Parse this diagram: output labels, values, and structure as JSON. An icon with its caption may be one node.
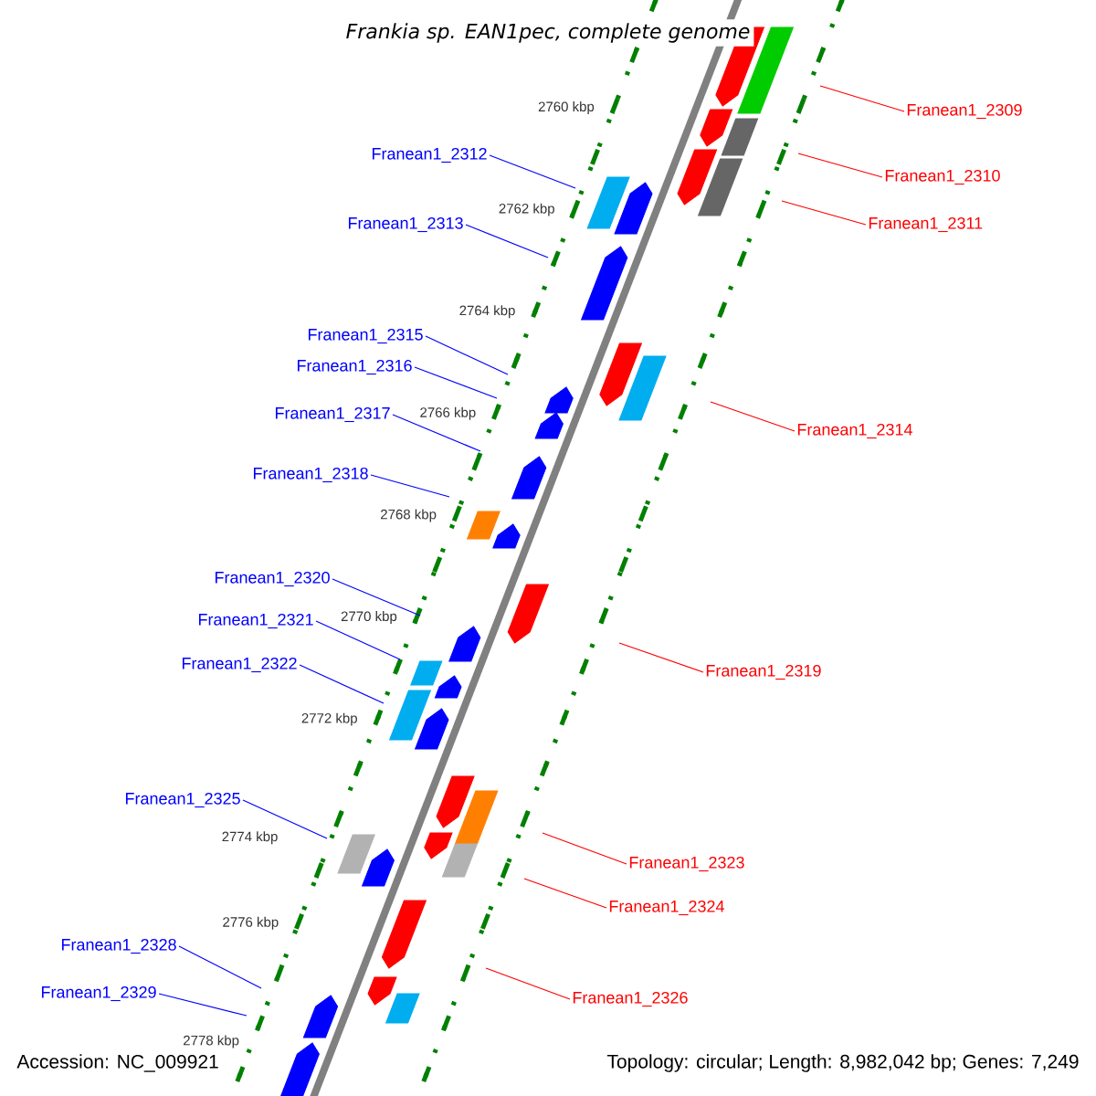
{
  "diagram": {
    "title": "Frankia sp. EAN1pec, complete genome",
    "nodes": [
      {
        "text": [
          "Franean1_2309"
        ]
      },
      {
        "text": [
          "Franean1_2312"
        ]
      },
      {
        "text": [
          "Franean1_2310"
        ]
      },
      {
        "text": [
          "Franean1_2311"
        ]
      },
      {
        "text": [
          "Franean1_2313"
        ]
      },
      {
        "text": [
          "Franean1_2315"
        ]
      },
      {
        "text": [
          "Franean1_2316"
        ]
      },
      {
        "text": [
          "Franean1_2317"
        ]
      },
      {
        "text": [
          "Franean1_2314"
        ]
      },
      {
        "text": [
          "Franean1_2318"
        ]
      },
      {
        "text": [
          "Franean1_2320"
        ]
      },
      {
        "text": [
          "Franean1_2321"
        ]
      },
      {
        "text": [
          "Franean1_2322"
        ]
      },
      {
        "text": [
          "Franean1_2319"
        ]
      },
      {
        "text": [
          "Franean1_2325"
        ]
      },
      {
        "text": [
          "Franean1_2323"
        ]
      },
      {
        "text": [
          "Franean1_2324"
        ]
      },
      {
        "text": [
          "Franean1_2328"
        ]
      },
      {
        "text": [
          "Franean1_2329"
        ]
      },
      {
        "text": [
          "Franean1_2326"
        ]
      }
    ],
    "edges": [
      {
        "from": 0,
        "to": null,
        "arrow": "none",
        "color": "#ff0000"
      },
      {
        "from": 1,
        "to": null,
        "arrow": "none"
      },
      {
        "from": 2,
        "to": null,
        "arrow": "none",
        "color": "#ff0000"
      },
      {
        "from": 3,
        "to": null,
        "arrow": "none",
        "color": "#ff0000"
      },
      {
        "from": 4,
        "to": null,
        "arrow": "none"
      },
      {
        "from": 5,
        "to": null,
        "arrow": "none"
      },
      {
        "from": 6,
        "to": null,
        "arrow": "none"
      },
      {
        "from": 7,
        "to": null,
        "arrow": "none"
      },
      {
        "from": 8,
        "to": null,
        "arrow": "none",
        "color": "#ff0000"
      },
      {
        "from": 9,
        "to": null,
        "arrow": "none"
      },
      {
        "from": 10,
        "to": null,
        "arrow": "none"
      },
      {
        "from": 11,
        "to": null,
        "arrow": "none"
      },
      {
        "from": 12,
        "to": null,
        "arrow": "none"
      },
      {
        "from": 13,
        "to": null,
        "arrow": "none",
        "color": "#ff0000"
      },
      {
        "from": 14,
        "to": null,
        "arrow": "none"
      },
      {
        "from": 15,
        "to": null,
        "arrow": "none",
        "color": "#ff0000"
      },
      {
        "from": 16,
        "to": null,
        "arrow": "none",
        "color": "#ff0000"
      },
      {
        "from": 17,
        "to": null,
        "arrow": "none"
      },
      {
        "from": 18,
        "to": null,
        "arrow": "none"
      },
      {
        "from": 19,
        "to": null,
        "arrow": "none",
        "color": "#ff0000"
      }
    ],
    "labels": [
      "2760 kbp",
      "2762 kbp",
      "2764 kbp",
      "2766 kbp",
      "2768 kbp",
      "2770 kbp",
      "2772 kbp",
      "2774 kbp",
      "2776 kbp",
      "2778 kbp",
      "Accession: NC_009921",
      "Topology: circular; Length: 8,982,042 bp; Genes: 7,249"
    ]
  }
}
